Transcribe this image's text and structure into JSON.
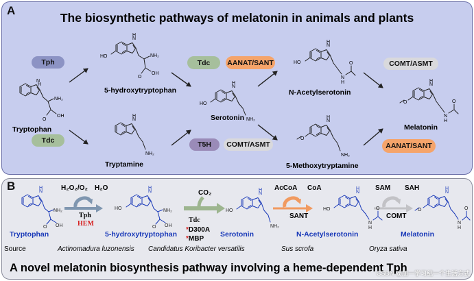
{
  "panel_a": {
    "label": "A",
    "title": "The biosynthetic pathways of melatonin in animals and plants",
    "compounds": {
      "tryptophan": "Tryptophan",
      "htp": "5-hydroxytryptophan",
      "tryptamine": "Tryptamine",
      "serotonin": "Serotonin",
      "nas": "N-Acetylserotonin",
      "mt": "5-Methoxytryptamine",
      "melatonin": "Melatonin"
    },
    "enzymes": {
      "tph": "Tph",
      "tdc1": "Tdc",
      "tdc2": "Tdc",
      "aanat1": "AANAT/SANT",
      "t5h": "T5H",
      "comt1": "COMT/ASMT",
      "comt2": "COMT/ASMT",
      "aanat2": "AANAT/SANT"
    },
    "colors": {
      "blue_pill": "#8c93c4",
      "green_pill": "#a6bf9c",
      "orange_pill": "#f5a46a",
      "purple_pill": "#9a8bb8",
      "grey_pill": "#d9d9dc"
    }
  },
  "panel_b": {
    "label": "B",
    "title": "A novel melatonin biosynthesis pathway involving a heme-dependent Tph",
    "compounds": {
      "tryptophan": "Tryptophan",
      "htp": "5-hydroxytryptophan",
      "serotonin": "Serotonin",
      "nas": "N-Acetylserotonin",
      "melatonin": "Melatonin"
    },
    "steps": {
      "s1_cofactors": "H₂O₂/O₂",
      "s1_product": "H₂O",
      "s1_enzyme": "Tph",
      "s1_hem": "HEM",
      "s2_co2": "CO₂",
      "s2_enzyme": "Tdc",
      "s2_mut1": "D300A",
      "s2_mut2": "MBP",
      "s3_cofactor": "AcCoA",
      "s3_product": "CoA",
      "s3_enzyme": "SANT",
      "s4_cofactor": "SAM",
      "s4_product": "SAH",
      "s4_enzyme": "COMT"
    },
    "sources": {
      "label": "Source",
      "s1": "Actinomadura luzonensis",
      "s2": "Candidatus Koribacter versatilis",
      "s3": "Sus scrofa",
      "s4": "Oryza sativa"
    },
    "colors": {
      "tph_arrow": "#7f96b0",
      "tdc_arrow": "#9db58f",
      "sant_arrow": "#f19a60",
      "comt_arrow": "#c2c2c6",
      "hem": "#d62020",
      "compound": "#1838b8"
    }
  },
  "watermark": "CSDN @加一学习纪一个生活方式"
}
